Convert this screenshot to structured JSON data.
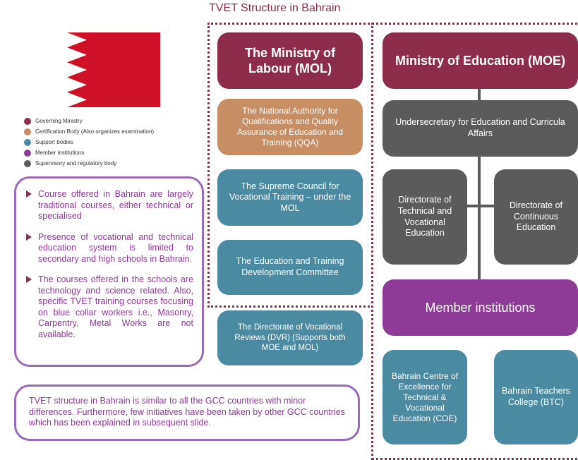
{
  "title": "TVET Structure in Bahrain",
  "legend": [
    {
      "label": "Governing Ministry",
      "color": "#8c2e4b"
    },
    {
      "label": "Certification Body (Also organizes examination)",
      "color": "#c68e62"
    },
    {
      "label": "Support bodies",
      "color": "#4a8aa3"
    },
    {
      "label": "Member institutions",
      "color": "#8e3a97"
    },
    {
      "label": "Supervisory and regulatory body",
      "color": "#5b5b5b"
    }
  ],
  "notes": [
    "Course offered in Bahrain are largely traditional courses, either technical or specialised",
    "Presence of vocational and technical education system is limited to secondary and high schools in Bahrain.",
    "The courses offered in the schools are technology and science related. Also, specific TVET training courses focusing on blue collar workers i.e., Masonry, Carpentry, Metal Works are not available."
  ],
  "summary": "TVET structure in Bahrain is similar to all the GCC countries with minor differences. Furthermore, few initiatives have been taken by other GCC countries which has been explained in subsequent slide.",
  "mol": {
    "title": "The Ministry of Labour (MOL)",
    "qqa": "The National Authority for Qualifications and Quality Assurance of Education and Training (QQA)",
    "supreme_council": "The Supreme Council for Vocational Training – under the MOL",
    "etdc": "The Education and Training Development Committee",
    "dvr": "The Directorate of Vocational Reviews (DVR) (Supports both MOE and MOL)"
  },
  "moe": {
    "title": "Ministry of Education (MOE)",
    "undersecretary": "Undersecretary for Education and Curricula Affairs",
    "dir_tve": "Directorate of Technical and Vocational Education",
    "dir_ce": "Directorate of Continuous Education",
    "member_institutions": "Member institutions",
    "coe": "Bahrain Centre of Excellence for Technical & Vocational Education (COE)",
    "btc": "Bahrain Teachers College (BTC)"
  }
}
